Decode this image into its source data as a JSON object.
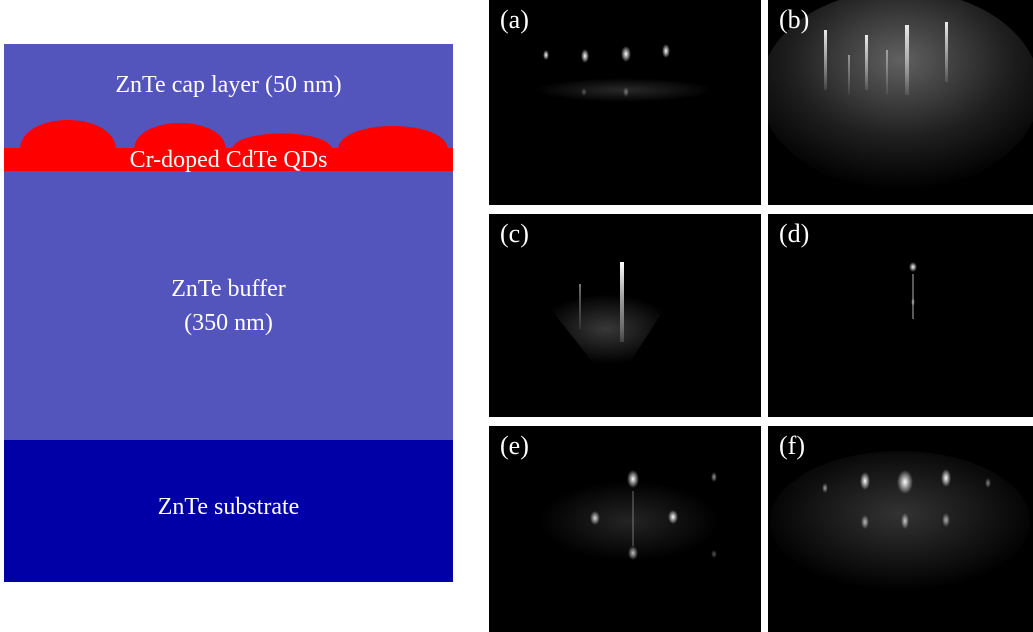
{
  "diagram": {
    "cap_layer": "ZnTe cap layer (50 nm)",
    "qds_label": "Cr-doped CdTe QDs",
    "buffer_line1": "ZnTe buffer",
    "buffer_line2": "(350 nm)",
    "substrate": "ZnTe substrate",
    "colors": {
      "layer": "#5454bd",
      "substrate": "#0000a6",
      "qds": "#ff0000"
    }
  },
  "panels": [
    {
      "label": "(a)"
    },
    {
      "label": "(b)"
    },
    {
      "label": "(c)"
    },
    {
      "label": "(d)"
    },
    {
      "label": "(e)"
    },
    {
      "label": "(f)"
    }
  ]
}
